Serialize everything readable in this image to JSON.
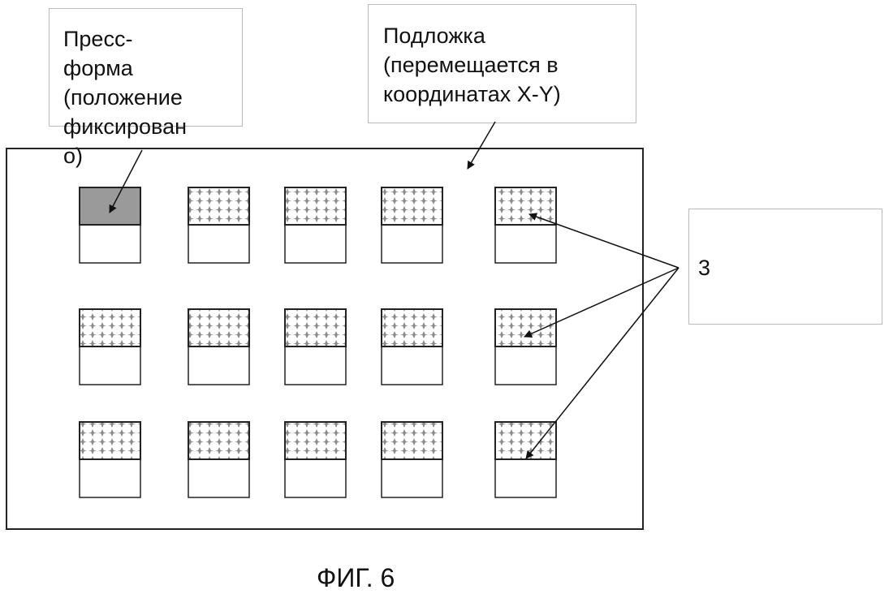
{
  "labels": {
    "press_form": "Пресс-\nформа\n(положение\nфиксирован\nо)",
    "substrate": "Подложка\n(перемещается в\nкоординатах X-Y)",
    "ref_number": "3"
  },
  "caption": "ФИГ. 6",
  "grid": {
    "rows": 3,
    "cols": 5,
    "fixed_mold_cell": [
      0,
      0
    ]
  },
  "colors": {
    "line": "#222222",
    "hatch": "#8a8a8a",
    "mold_fill": "#9a9a9a"
  }
}
